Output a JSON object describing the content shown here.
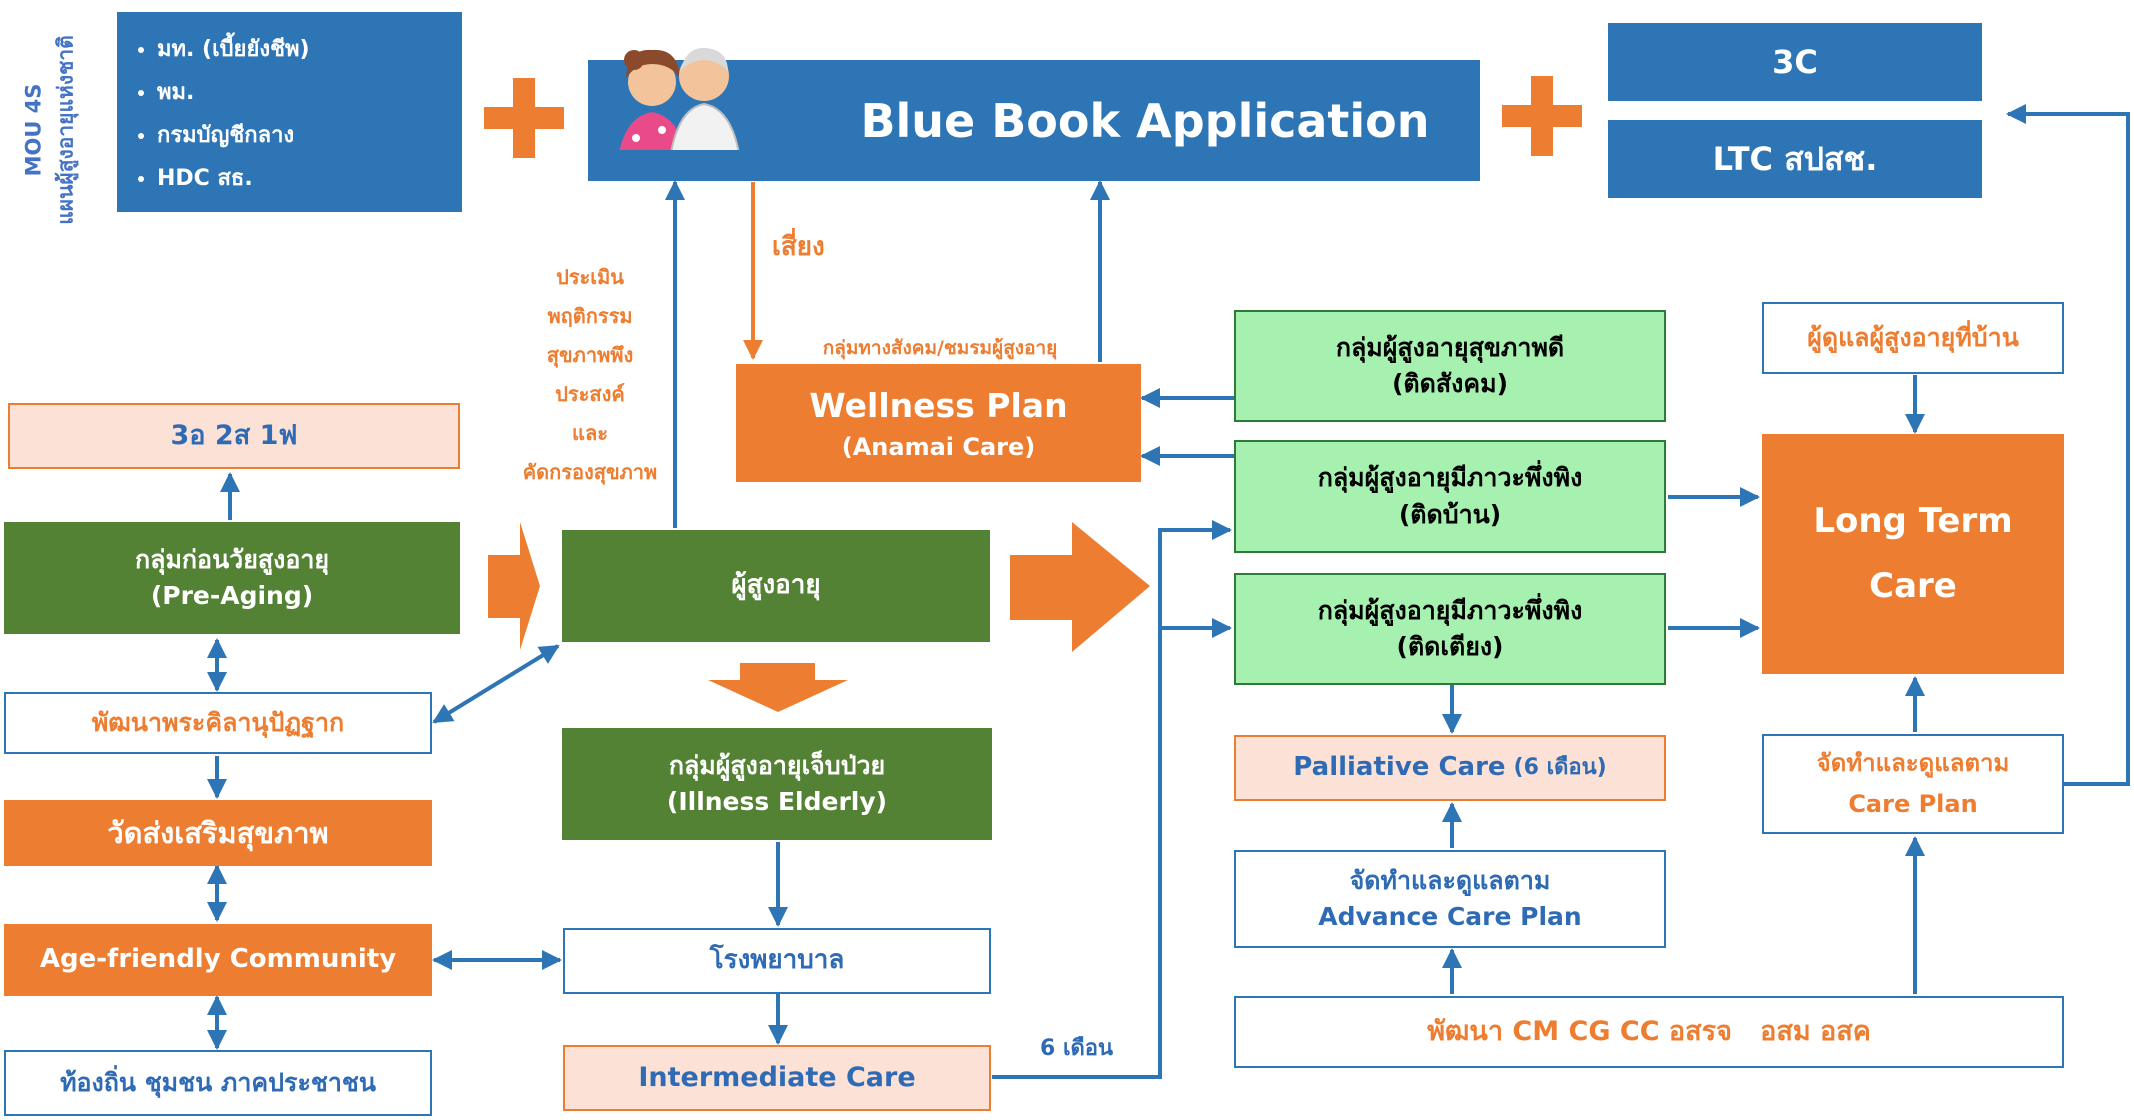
{
  "mou": {
    "side_line1": "MOU 4S",
    "side_line2": "แผนผู้สูงอายุแห่งชาติ",
    "items": [
      "มท. (เบี้ยยังชีพ)",
      "พม.",
      "กรมบัญชีกลาง",
      "HDC สธ."
    ]
  },
  "header": {
    "app_title": "Blue Book Application",
    "box_3c": "3C",
    "box_ltc": "LTC สปสช."
  },
  "labels": {
    "risk": "เสี่ยง",
    "assess": [
      "ประเมิน",
      "พฤติกรรม",
      "สุขภาพพึง",
      "ประสงค์",
      "และ",
      "คัดกรองสุขภาพ"
    ],
    "social_club": "กลุ่มทางสังคม/ชมรมผู้สูงอายุ",
    "six_months": "6 เดือน"
  },
  "left": {
    "three_o": "3อ 2ส 1ฟ",
    "pre_aging_th": "กลุ่มก่อนวัยสูงอายุ",
    "pre_aging_en": "(Pre-Aging)",
    "develop_monk": "พัฒนาพระคิลานุปัฏฐาก",
    "temple": "วัดส่งเสริมสุขภาพ",
    "age_friendly": "Age-friendly Community",
    "local": "ท้องถิ่น ชุมชน ภาคประชาชน"
  },
  "center": {
    "wellness_title": "Wellness Plan",
    "wellness_sub": "(Anamai Care)",
    "elderly": "ผู้สูงอายุ",
    "illness_th": "กลุ่มผู้สูงอายุเจ็บป่วย",
    "illness_en": "(Illness Elderly)",
    "hospital": "โรงพยาบาล",
    "intermediate": "Intermediate Care"
  },
  "right": {
    "healthy_line1": "กลุ่มผู้สูงอายุสุขภาพดี",
    "healthy_line2": "(ติดสังคม)",
    "dep_home_line1": "กลุ่มผู้สูงอายุมีภาวะพึ่งพิง",
    "dep_home_line2": "(ติดบ้าน)",
    "dep_bed_line1": "กลุ่มผู้สูงอายุมีภาวะพึ่งพิง",
    "dep_bed_line2": "(ติดเตียง)",
    "palliative": "Palliative Care",
    "palliative_suffix": "(6 เดือน)",
    "advance_line1": "จัดทำและดูแลตาม",
    "advance_line2": "Advance Care Plan",
    "develop_cm": "พัฒนา CM CG CC อสรจ   อสม อสค",
    "caregiver_home": "ผู้ดูแลผู้สูงอายุที่บ้าน",
    "ltc_line1": "Long Term",
    "ltc_line2": "Care",
    "careplan_line1": "จัดทำและดูแลตาม",
    "careplan_line2": "Care Plan"
  },
  "colors": {
    "blue": "#2e75b6",
    "orange": "#ed7d31",
    "dark_green": "#548235",
    "light_green": "#a6f0b0",
    "peach": "#fbe1d6"
  }
}
